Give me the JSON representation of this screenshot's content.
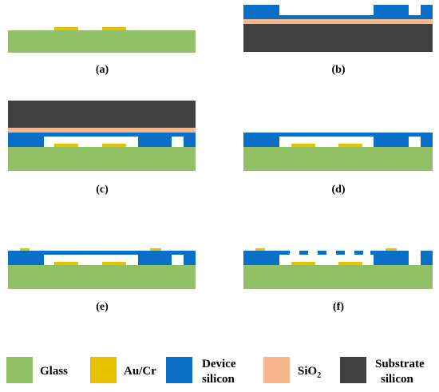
{
  "colors": {
    "glass": "#92C064",
    "au_cr": "#E8C100",
    "device_silicon": "#0A6FC6",
    "sio2": "#F7B78A",
    "substrate_silicon": "#404040",
    "background": "#FFFFFF"
  },
  "panels": [
    {
      "id": "a",
      "label": "(a)"
    },
    {
      "id": "b",
      "label": "(b)"
    },
    {
      "id": "c",
      "label": "(c)"
    },
    {
      "id": "d",
      "label": "(d)"
    },
    {
      "id": "e",
      "label": "(e)"
    },
    {
      "id": "f",
      "label": "(f)"
    }
  ],
  "legend": {
    "glass": "Glass",
    "au_cr": "Au/Cr",
    "device_silicon_line1": "Device",
    "device_silicon_line2": "silicon",
    "sio2_main": "SiO",
    "sio2_sub": "2",
    "substrate_line1": "Substrate",
    "substrate_line2": "silicon"
  }
}
